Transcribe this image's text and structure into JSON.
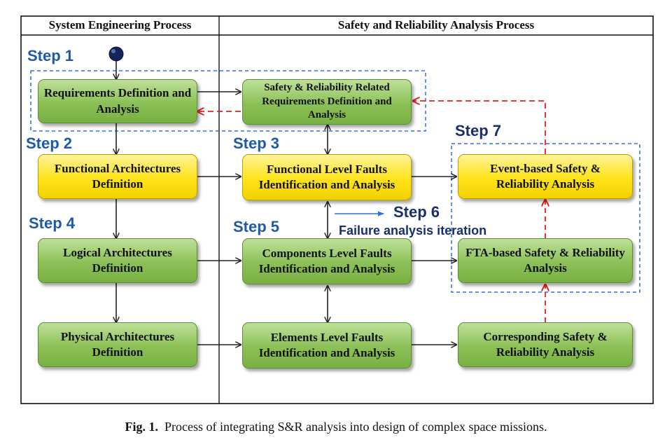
{
  "headers": {
    "left": "System Engineering Process",
    "right": "Safety and Reliability Analysis Process"
  },
  "steps": {
    "step1": "Step 1",
    "step2": "Step 2",
    "step3": "Step 3",
    "step4": "Step 4",
    "step5": "Step 5",
    "step6": "Step 6",
    "step7": "Step 7"
  },
  "iteration_note": "Failure analysis iteration",
  "boxes": {
    "requirements": "Requirements Definition and Analysis",
    "sr_requirements": "Safety & Reliability Related Requirements Definition and Analysis",
    "functional_arch": "Functional Architectures Definition",
    "functional_faults": "Functional Level Faults Identification and Analysis",
    "event_based": "Event-based Safety & Reliability Analysis",
    "logical_arch": "Logical Architectures Definition",
    "component_faults": "Components Level Faults Identification and Analysis",
    "fta_based": "FTA-based Safety & Reliability Analysis",
    "physical_arch": "Physical Architectures Definition",
    "element_faults": "Elements Level Faults Identification and Analysis",
    "corresponding": "Corresponding Safety & Reliability Analysis"
  },
  "caption": {
    "label": "Fig. 1.",
    "text": "Process of integrating S&R analysis into design of complex space missions."
  },
  "colors": {
    "green_box": "#8bc056",
    "yellow_box": "#ffe31a",
    "step_label": "#1f5aa6",
    "dashed_region": "#2f6fd6",
    "feedback_arrow": "#e02020"
  }
}
